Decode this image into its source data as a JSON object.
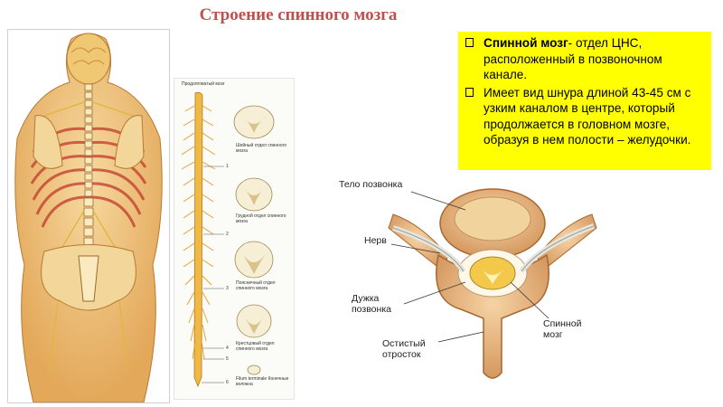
{
  "slide": {
    "title": "Строение спинного мозга"
  },
  "info": {
    "bullet1_bold": "Спинной мозг",
    "bullet1_rest": "- отдел ЦНС, расположенный в позвоночном канале.",
    "bullet2": "Имеет вид шнура длиной 43-45 см с узким каналом в центре, который продолжается в головном мозге, образуя в нем полости – желудочки."
  },
  "cord_panel": {
    "top_label": "Продолговатый мозг",
    "sections": [
      {
        "label": "Шейный отдел спинного мозга"
      },
      {
        "label": "Грудной отдел спинного мозга"
      },
      {
        "label": "Поясничный отдел спинного мозга"
      },
      {
        "label": "Крестцовый отдел спинного мозга"
      },
      {
        "label": "Filum terminale Конечные волокна"
      }
    ],
    "numbers": [
      "1",
      "2",
      "3",
      "4",
      "5",
      "6"
    ]
  },
  "vertebra": {
    "labels": {
      "body": "Тело позвонка",
      "nerve": "Нерв",
      "arch": "Дужка позвонка",
      "spinous": "Остистый отросток",
      "cord": "Спинной мозг"
    }
  },
  "colors": {
    "title": "#c0504d",
    "box": "#ffff00",
    "bone": "#e9b06b",
    "nerve": "#e8c24a"
  }
}
